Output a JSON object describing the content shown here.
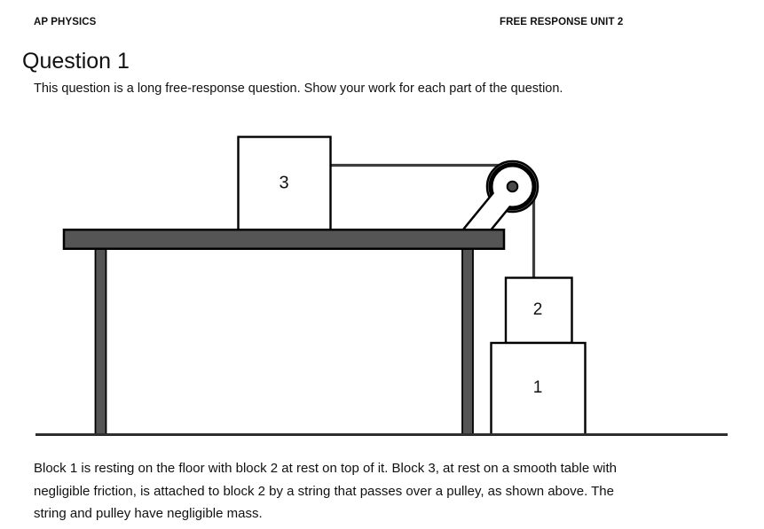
{
  "header": {
    "left": "AP PHYSICS",
    "right": "FREE RESPONSE UNIT 2"
  },
  "question": {
    "title": "Question 1",
    "instructions": "This question is a long free-response question. Show your work for each part of the question."
  },
  "diagram": {
    "block_labels": {
      "block1": "1",
      "block2": "2",
      "block3": "3"
    }
  },
  "description": {
    "lines": [
      "Block 1 is resting on the floor with block 2 at rest on top of it. Block 3, at rest on a smooth table with",
      "negligible friction, is attached to block 2 by a string that passes over a pulley, as shown above. The",
      "string and pulley have negligible mass."
    ]
  },
  "colors": {
    "table": "#555555",
    "string": "#3d3d3d",
    "floor": "#2e2e2e",
    "pulley_axle": "#4a4a4a",
    "block_fill": "#ffffff",
    "outline": "#000000",
    "text": "#111111"
  }
}
